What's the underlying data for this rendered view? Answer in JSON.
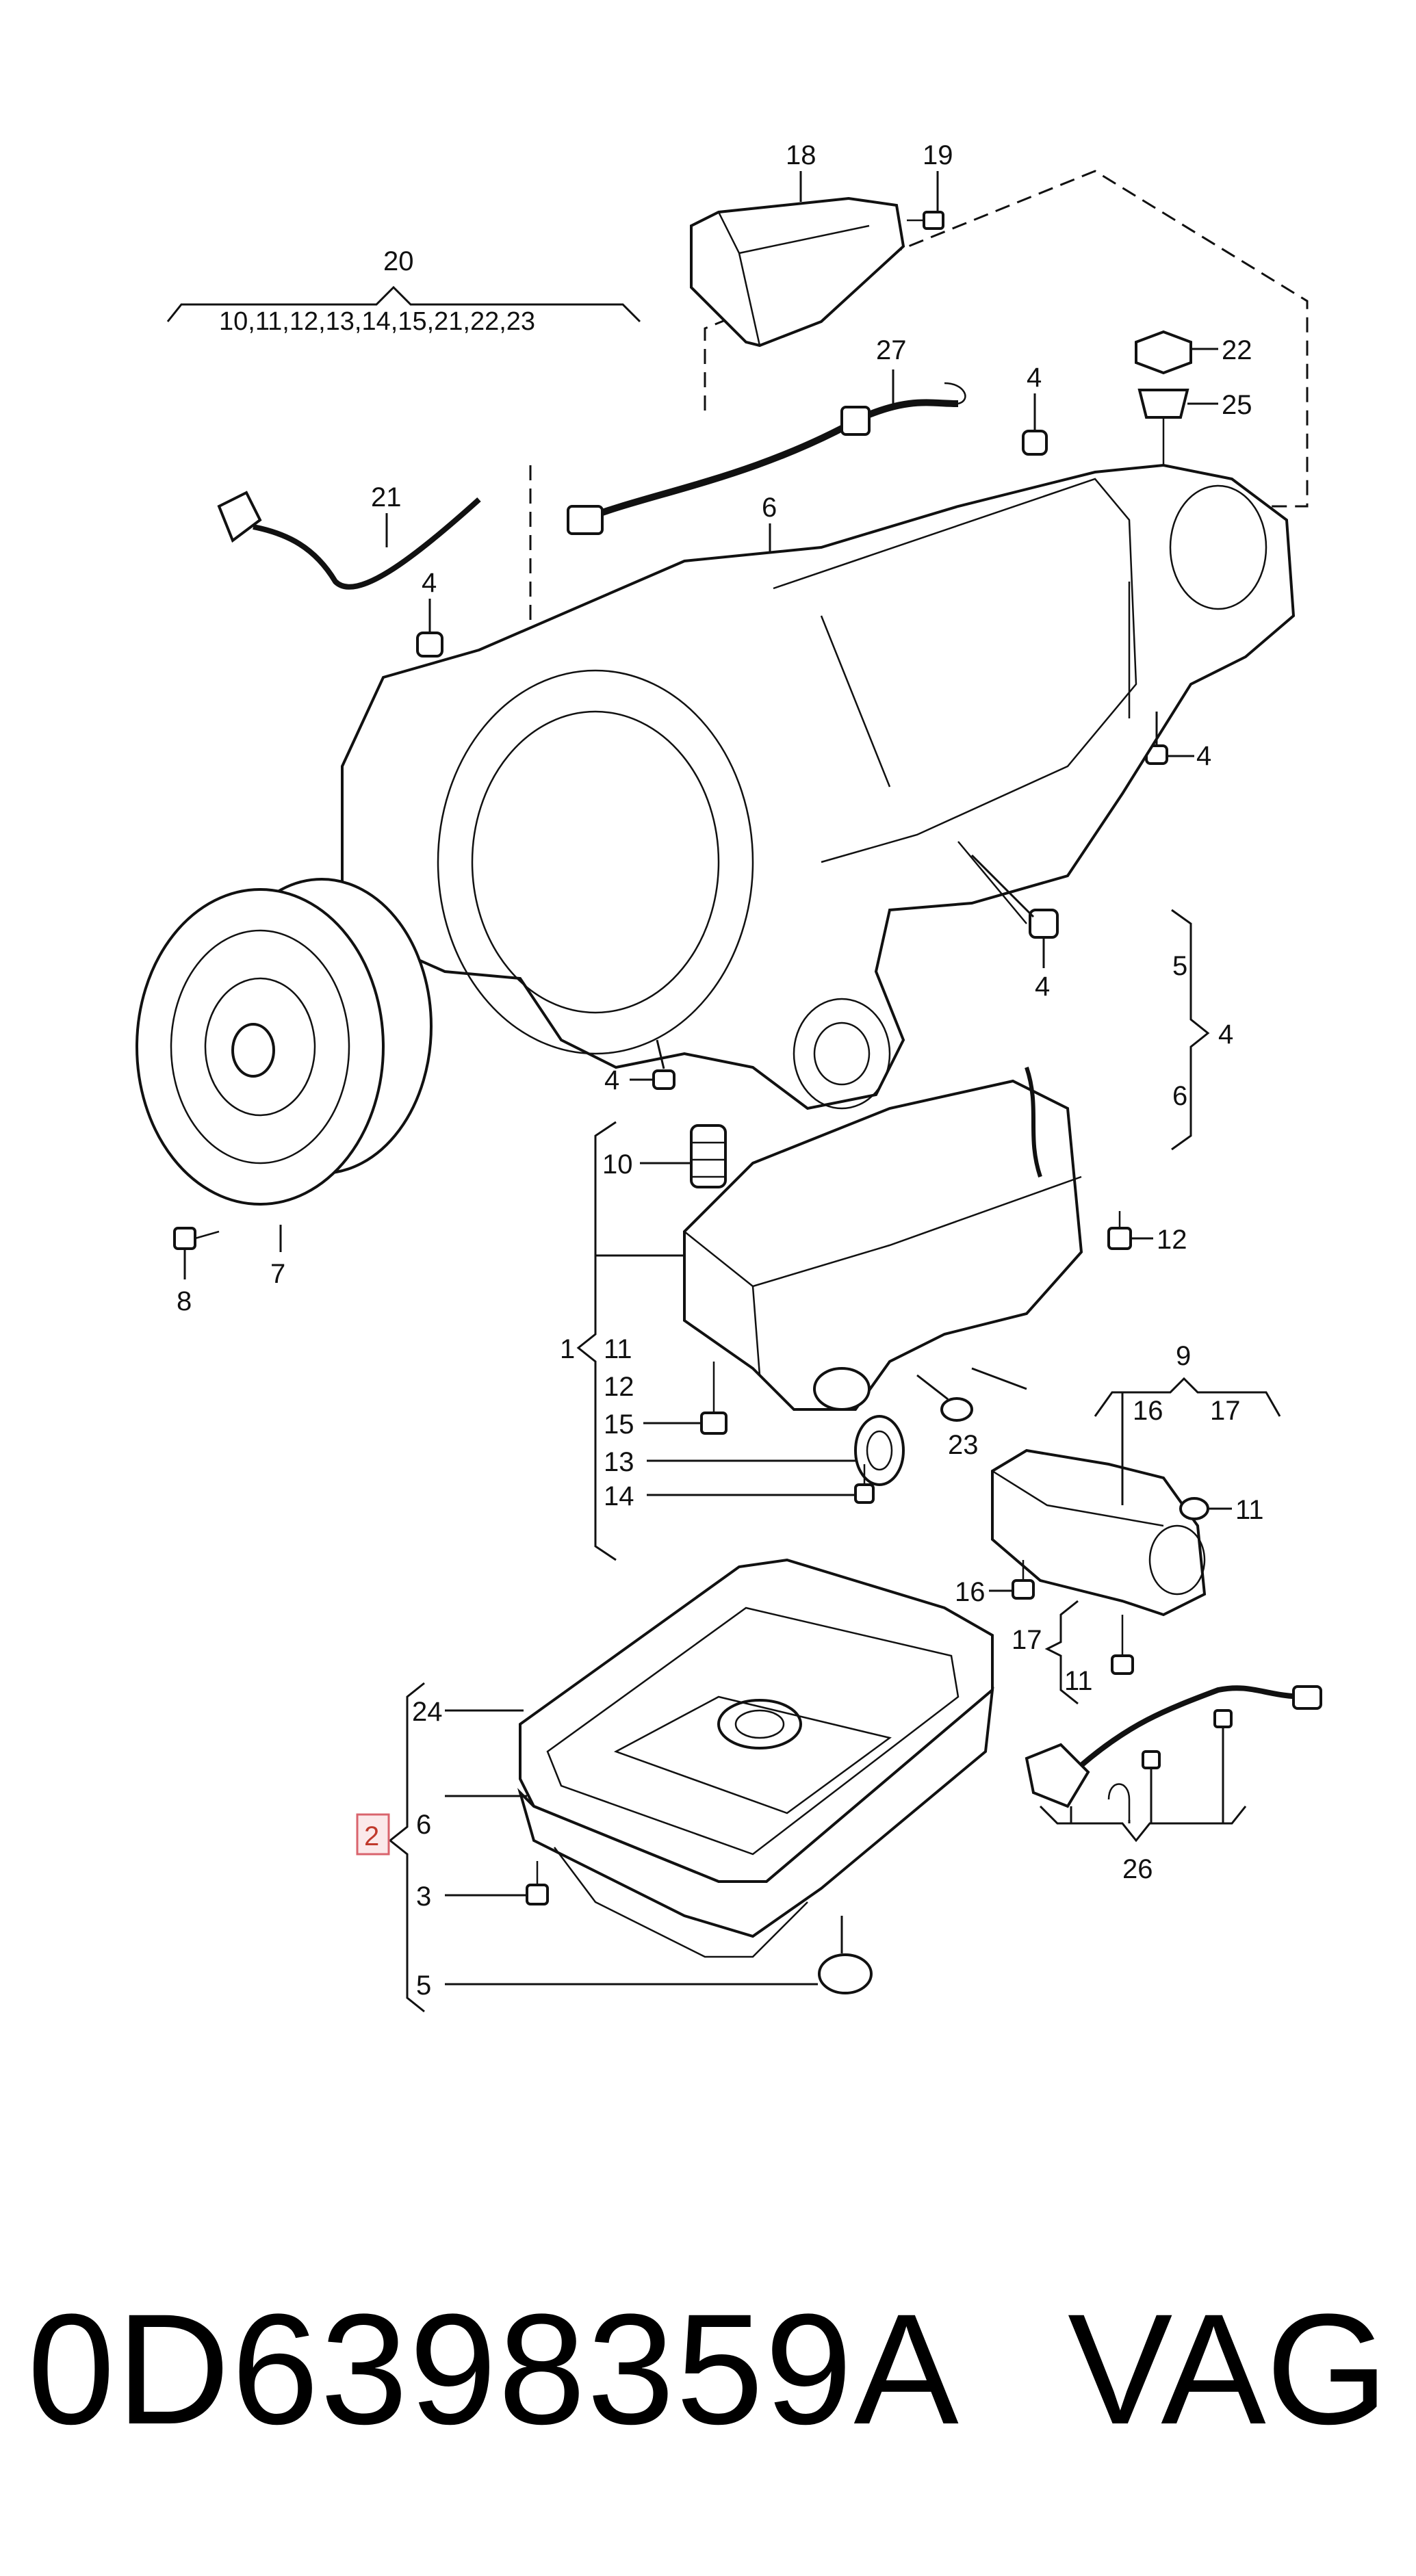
{
  "callouts": {
    "c18": "18",
    "c19": "19",
    "c20": "20",
    "c20_group": "10,11,12,13,14,15,21,22,23",
    "c27": "27",
    "c4_top": "4",
    "c22": "22",
    "c25": "25",
    "c21": "21",
    "c6_top": "6",
    "c4_left": "4",
    "c4_right": "4",
    "c4_mid": "4",
    "c4_lower": "4",
    "c5_brace": "5",
    "c4_brace": "4",
    "c6_brace": "6",
    "c10": "10",
    "c12": "12",
    "c1": "1",
    "c11_left": "11",
    "c12_left": "12",
    "c15": "15",
    "c13": "13",
    "c14": "14",
    "c23": "23",
    "c9": "9",
    "c16_top": "16",
    "c17_top": "17",
    "c11_right": "11",
    "c16_low": "16",
    "c17_low": "17",
    "c11_low": "11",
    "c8": "8",
    "c7": "7",
    "c24": "24",
    "c2": "2",
    "c6_pan": "6",
    "c3": "3",
    "c5_pan": "5",
    "c26": "26"
  },
  "footer": {
    "part_number": "0D6398359A",
    "brand": "VAG"
  },
  "colors": {
    "line": "#111111",
    "highlight_fill": "#fbe9ea",
    "highlight_stroke": "#d9646d"
  }
}
